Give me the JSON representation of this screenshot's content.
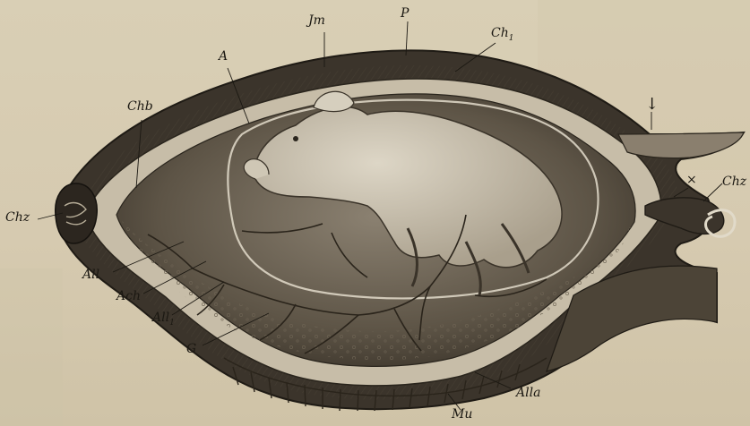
{
  "figure": {
    "labels": {
      "jm": "Jm",
      "p": "P",
      "ch": "Ch",
      "ch_sub": "1",
      "a": "A",
      "chb": "Chb",
      "chz_left": "Chz",
      "chz_right": "Chz",
      "x_mark": "×",
      "arrow": "↓",
      "all": "All",
      "ach": "Ach",
      "all1": "All",
      "all1_sub": "1",
      "g": "G",
      "alla": "Alla",
      "mu": "Mu"
    },
    "colors": {
      "paper": "#d8cdb2",
      "ink": "#1b1812",
      "wall_dark": "#3a332a",
      "wall_mid": "#7d7262",
      "fetus": "#c9c1b0"
    }
  }
}
